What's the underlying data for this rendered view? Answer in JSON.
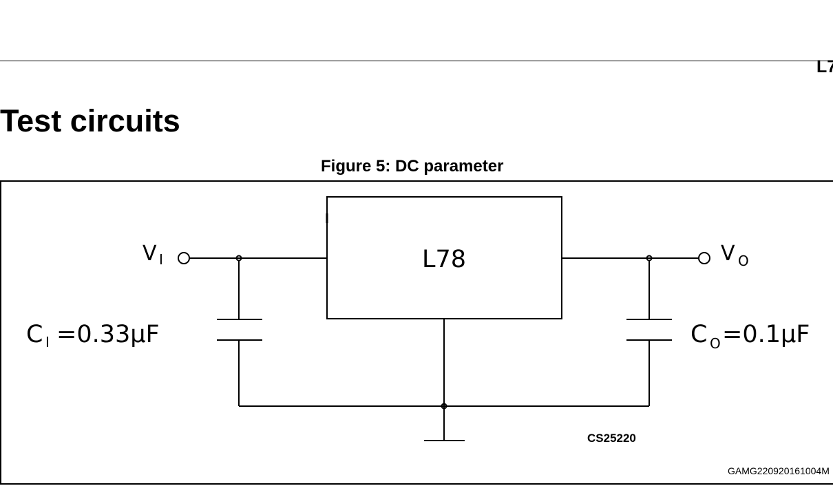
{
  "header": {
    "doc_mark": "L7"
  },
  "section": {
    "title": "Test circuits"
  },
  "figure": {
    "caption": "Figure 5: DC parameter",
    "ic_label": "L78",
    "input": {
      "symbol": "V",
      "subscript": "I"
    },
    "output": {
      "symbol": "V",
      "subscript": "O"
    },
    "cap_in": {
      "symbol": "C",
      "subscript": "I",
      "value": "=0.33μF"
    },
    "cap_out": {
      "symbol": "C",
      "subscript": "O",
      "value": "=0.1μF"
    },
    "code": "CS25220",
    "image_id": "GAMG220920161004M"
  }
}
